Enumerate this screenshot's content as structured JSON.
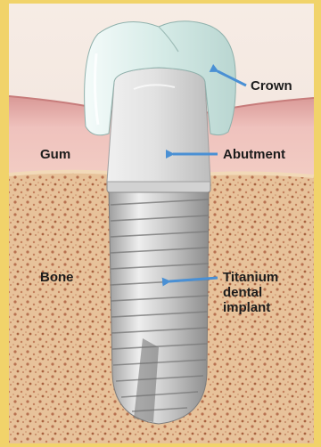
{
  "labels": {
    "crown": "Crown",
    "abutment": "Abutment",
    "gum": "Gum",
    "bone": "Bone",
    "implant_line1": "Titanium",
    "implant_line2": "dental",
    "implant_line3": "implant"
  },
  "colors": {
    "frame": "#f1d36a",
    "sky": "#f3e7de",
    "gum": "#f0c3be",
    "gum_dark": "#d98f8d",
    "bone": "#e9c49a",
    "bone_speckle": "#b56a4a",
    "crown": "#d8ece8",
    "abutment": "#dcdcdc",
    "implant": "#c9c9c9",
    "arrow": "#4a90d4"
  }
}
